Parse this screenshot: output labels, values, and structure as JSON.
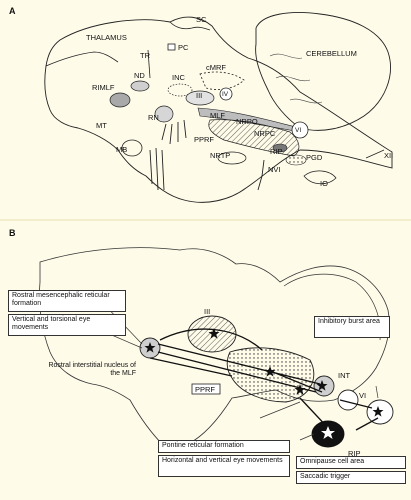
{
  "panel_a": {
    "letter": "A",
    "labels": {
      "thalamus": "THALAMUS",
      "sc": "SC",
      "cerebellum": "CEREBELLUM",
      "tr": "TR",
      "pc": "PC",
      "cmrf": "cMRF",
      "nd": "ND",
      "inc": "INC",
      "rimlf": "RIMLF",
      "iii": "III",
      "iv": "IV",
      "mt": "MT",
      "rn": "RN",
      "mlf": "MLF",
      "nrpo": "NRPO",
      "vi": "VI",
      "pprf": "PPRF",
      "nrpc": "NRPC",
      "mb": "MB",
      "nrtp": "NRTP",
      "rip": "RIP",
      "pgd": "PGD",
      "xii": "XII",
      "nvi": "NVI",
      "io": "IO"
    }
  },
  "panel_b": {
    "letter": "B",
    "box_mrf_title": "Rostral mesencephalic reticular formation",
    "box_mrf_sub": "Vertical and torsional eye movements",
    "riMLF_label": "Rostral interstitial nucleus of the MLF",
    "iii": "III",
    "pprf": "PPRF",
    "int": "INT",
    "vi": "VI",
    "rip": "RIP",
    "box_ibn": "Inhibitory burst area",
    "box_prf_title": "Pontine reticular formation",
    "box_prf_sub": "Horizontal and vertical eye movements",
    "box_opn_title": "Omnipause cell area",
    "box_opn_sub": "Saccadic trigger"
  }
}
